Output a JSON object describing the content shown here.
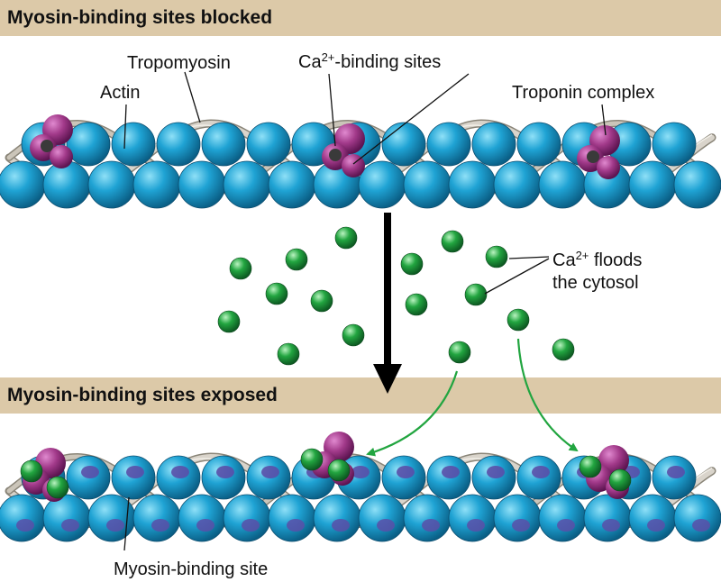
{
  "panels": {
    "top_title": "Myosin-binding sites blocked",
    "bottom_title": "Myosin-binding sites exposed"
  },
  "labels": {
    "tropomyosin": "Tropomyosin",
    "actin": "Actin",
    "ca_binding_prefix": "Ca",
    "ca_binding_sup": "2+",
    "ca_binding_suffix": "-binding sites",
    "troponin": "Troponin complex",
    "ca_floods_prefix": "Ca",
    "ca_floods_sup": "2+",
    "ca_floods_suffix": " floods",
    "ca_floods_line2": "the cytosol",
    "myosin_site": "Myosin-binding site"
  },
  "colors": {
    "actin": "#1fa3d4",
    "tropomyosin": "#d9d4cb",
    "troponin": "#a23a8a",
    "calcium": "#22a540",
    "binding_site": "#5a4fa8",
    "band": "#dcc9a8"
  }
}
